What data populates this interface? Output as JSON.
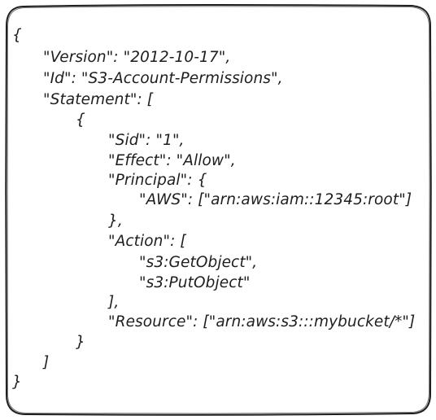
{
  "colors": {
    "ink": "#1e1e1e",
    "background": "#ffffff"
  },
  "policy_lines": [
    "{",
    "\"Version\": \"2012-10-17\",",
    "\"Id\": \"S3-Account-Permissions\",",
    "\"Statement\": [",
    "{",
    "\"Sid\": \"1\",",
    "\"Effect\": \"Allow\",",
    "\"Principal\": {",
    "\"AWS\": [\"arn:aws:iam::12345:root\"]",
    "},",
    "\"Action\": [",
    "\"s3:GetObject\",",
    "\"s3:PutObject\"",
    "],",
    "\"Resource\": [\"arn:aws:s3:::mybucket/*\"]",
    "}",
    "]",
    "}"
  ]
}
